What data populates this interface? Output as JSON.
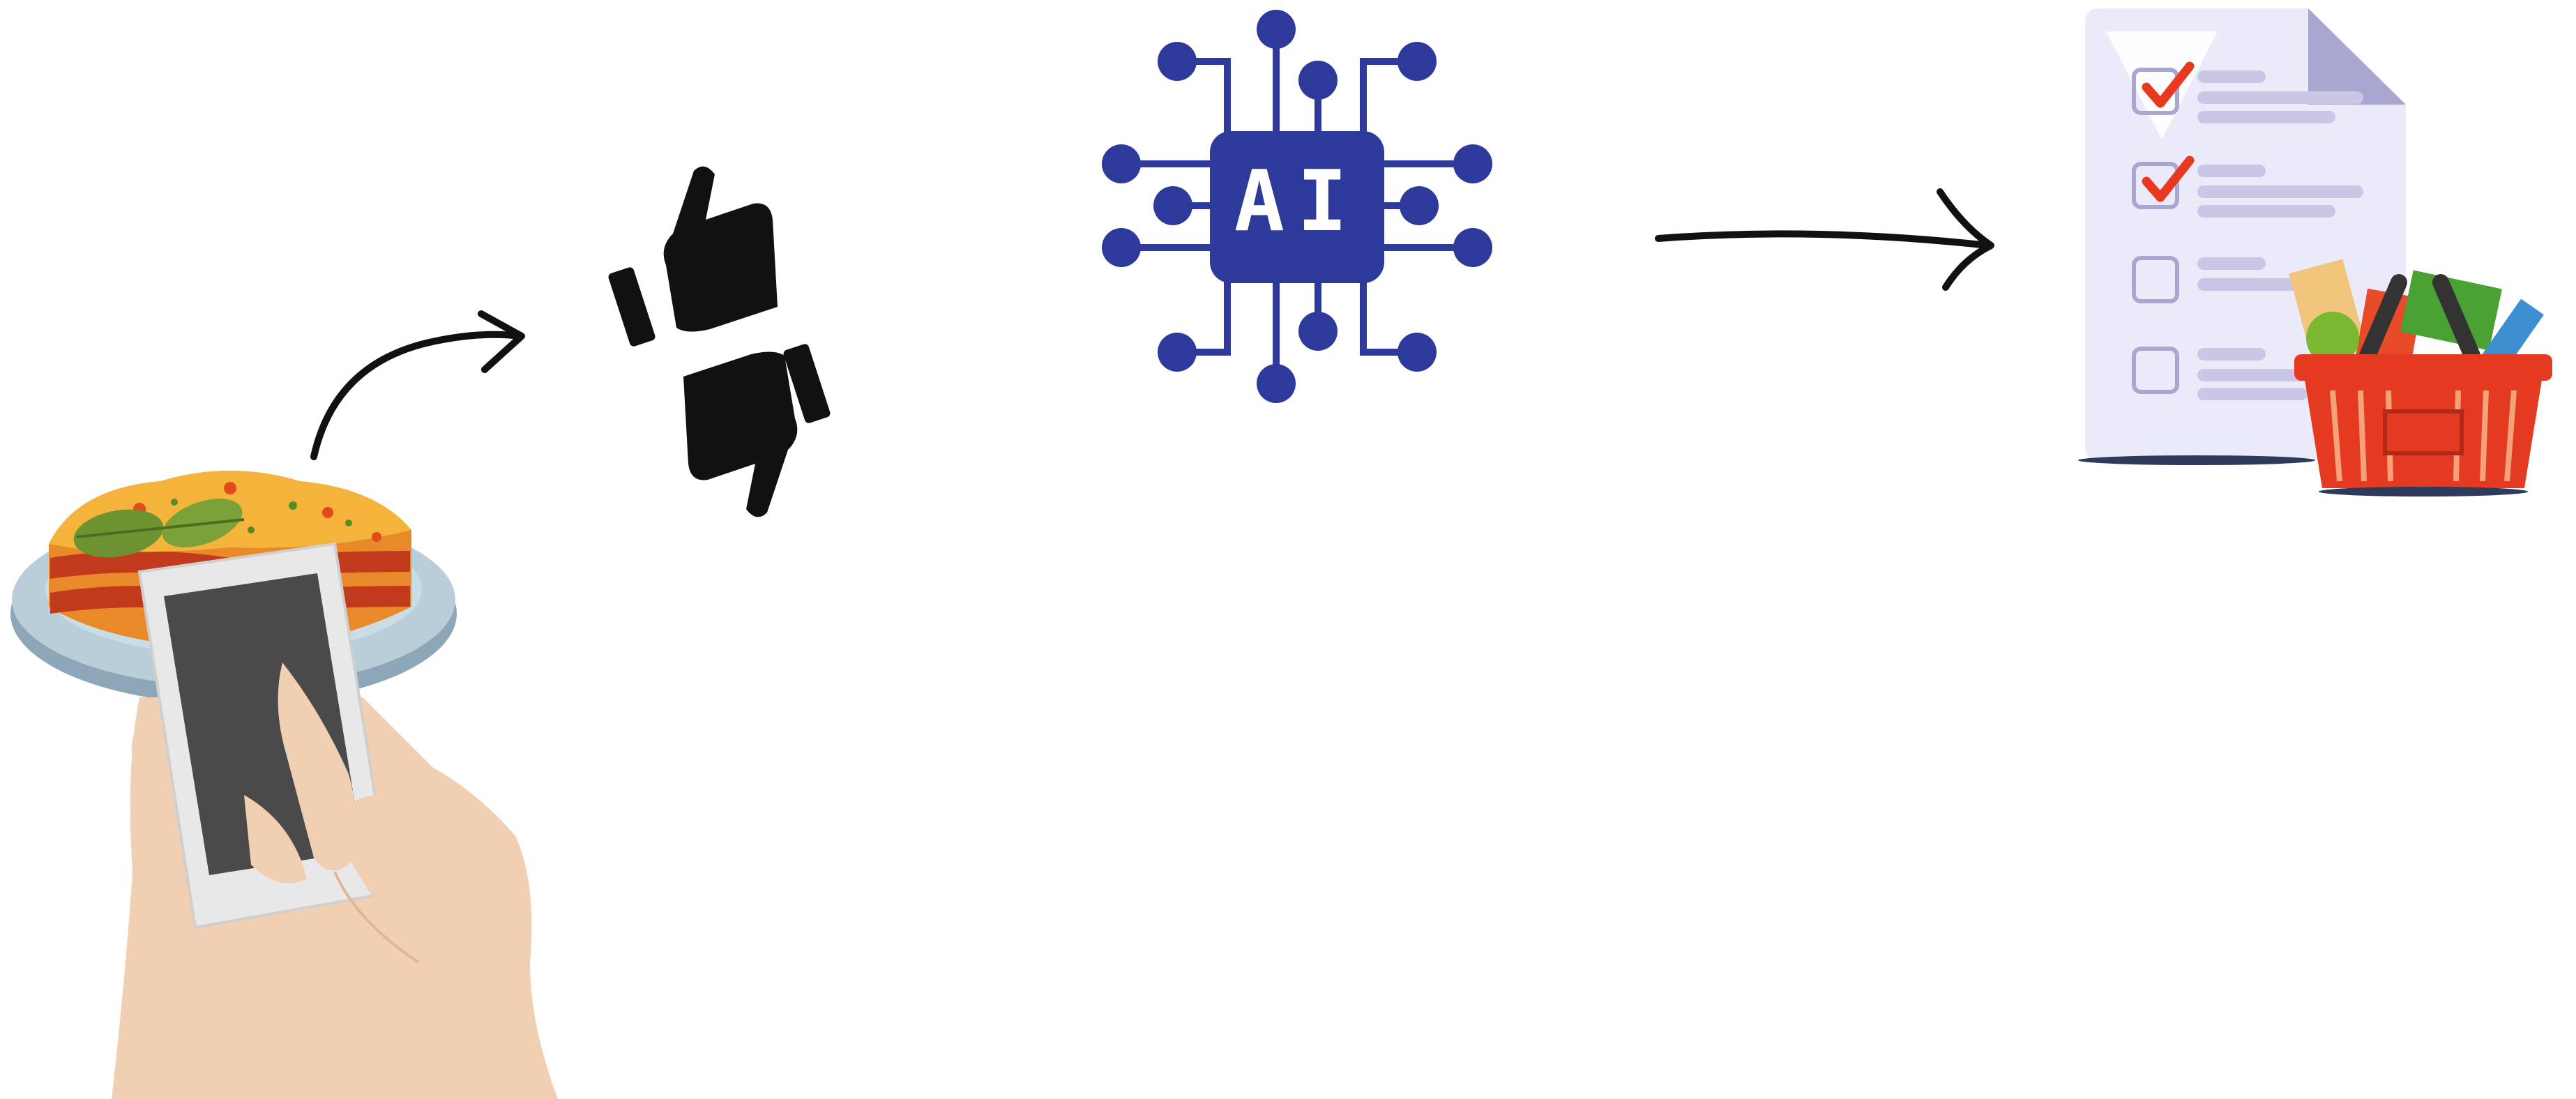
{
  "stages": [
    {
      "name": "user-rates-food",
      "icon": "phone-food-icon"
    },
    {
      "name": "feedback",
      "icon": "thumbs-up-down-icon"
    },
    {
      "name": "ai-model",
      "icon": "ai-chip-icon",
      "label": "AI"
    },
    {
      "name": "shopping-list",
      "icon": "checklist-basket-icon"
    }
  ],
  "colors": {
    "ai_blue": "#2e3a9b",
    "checklist_paper": "#ebeaf9",
    "checklist_line": "#c9c6e6",
    "check_red": "#e8391f",
    "basket_red": "#e43a22",
    "skin": "#f1cfb3",
    "phone_screen": "#4a4a4a"
  },
  "checklist": {
    "checked": [
      true,
      true,
      false,
      false
    ]
  }
}
